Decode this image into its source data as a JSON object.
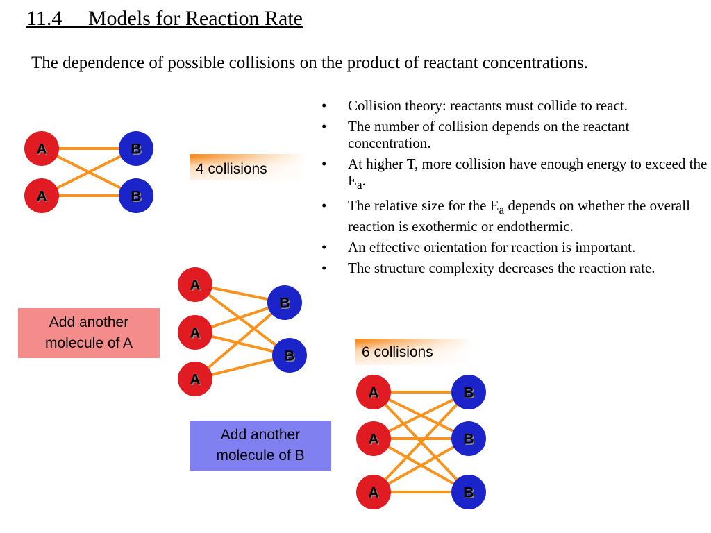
{
  "title": "11.4     Models for Reaction Rate",
  "subtitle": "The dependence of possible collisions on the product of reactant concentrations.",
  "bullets": [
    {
      "text": "Collision theory: reactants must collide to react."
    },
    {
      "text": "The number of collision depends on the reactant concentration."
    },
    {
      "pre": "At higher T, more collision have enough energy to exceed the E",
      "sub": "a",
      "post": "."
    },
    {
      "pre": "The relative size for the E",
      "sub": "a",
      "post": " depends on whether the overall reaction is exothermic or endothermic."
    },
    {
      "text": "An effective orientation for reaction is important."
    },
    {
      "text": "The structure complexity decreases the reaction rate."
    }
  ],
  "labels": {
    "four_collisions": "4 collisions",
    "six_collisions": "6 collisions",
    "add_a": "Add another molecule of A",
    "add_b": "Add another molecule of B"
  },
  "molecules": {
    "a_label": "A",
    "b_label": "B"
  },
  "colors": {
    "molecule_a": "#e11b22",
    "molecule_b": "#1a24c8",
    "collision_line": "#f7931e",
    "box_a": "#f58c8c",
    "box_b": "#8080f0"
  },
  "diagrams": [
    {
      "name": "diagram-2a-2b",
      "a_count": 2,
      "b_count": 2,
      "collisions": 4
    },
    {
      "name": "diagram-3a-2b",
      "a_count": 3,
      "b_count": 2,
      "collisions": 6
    },
    {
      "name": "diagram-3a-3b",
      "a_count": 3,
      "b_count": 3,
      "collisions": 9
    }
  ]
}
